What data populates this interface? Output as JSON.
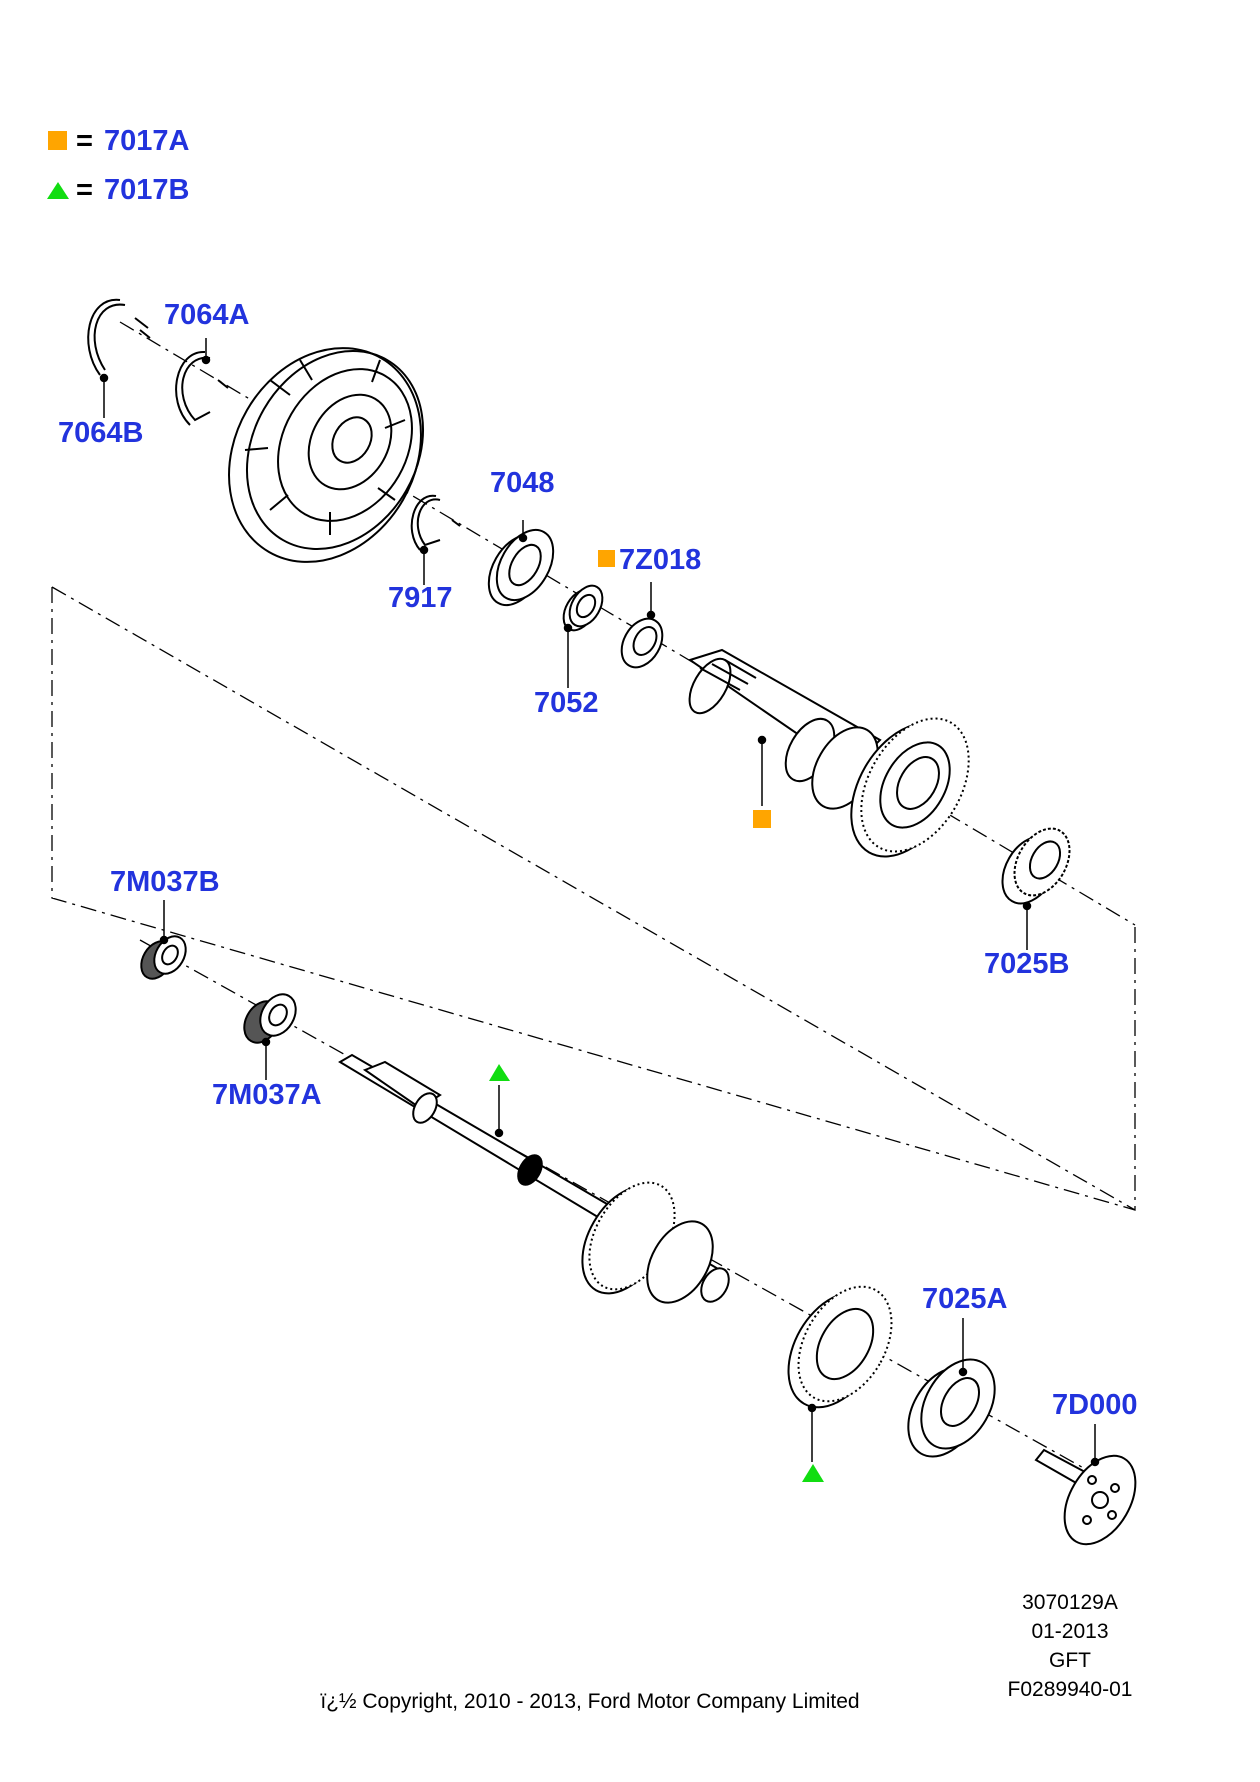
{
  "colors": {
    "label": "#2233dd",
    "square_marker": "#ffa500",
    "triangle_marker": "#11dd11",
    "line": "#000000"
  },
  "legend": [
    {
      "marker": "square",
      "eq": "=",
      "code": "7017A"
    },
    {
      "marker": "triangle",
      "eq": "=",
      "code": "7017B"
    }
  ],
  "parts": {
    "p7064A": "7064A",
    "p7064B": "7064B",
    "p7048": "7048",
    "p7917": "7917",
    "p7Z018": "7Z018",
    "p7052": "7052",
    "p7025B": "7025B",
    "p7M037B": "7M037B",
    "p7M037A": "7M037A",
    "p7025A": "7025A",
    "p7D000": "7D000"
  },
  "reference": {
    "line1": "3070129A",
    "line2": "01-2013",
    "line3": "GFT",
    "line4": "F0289940-01"
  },
  "copyright": "ï¿½ Copyright, 2010 - 2013, Ford Motor Company Limited"
}
